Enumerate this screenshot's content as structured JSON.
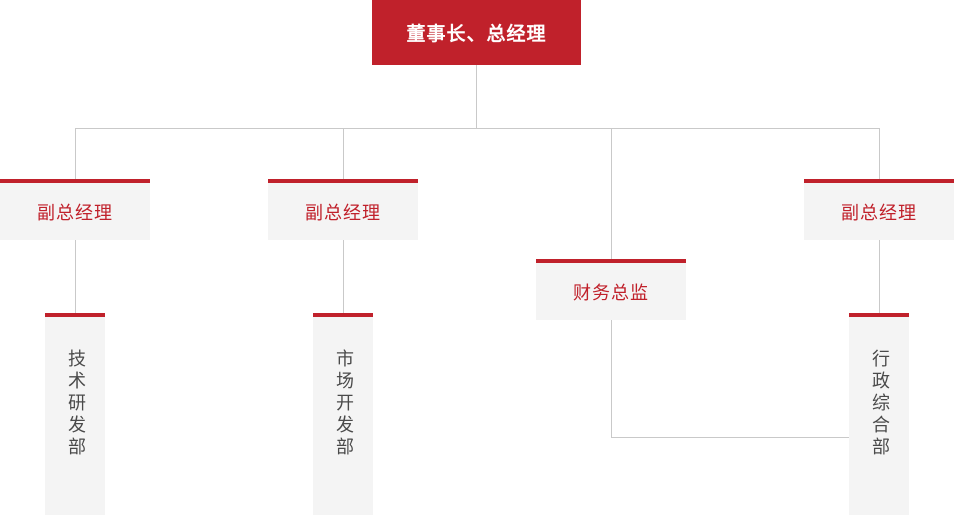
{
  "chart": {
    "type": "org-chart",
    "background_color": "#ffffff",
    "accent_color": "#c0212b",
    "box_fill_color": "#f4f4f4",
    "line_color": "#c9c9c9",
    "body_text_color": "#4a4a4a"
  },
  "root": {
    "label": "董事长、总经理"
  },
  "level2": [
    {
      "label": "副总经理"
    },
    {
      "label": "副总经理"
    },
    {
      "label": "财务总监"
    },
    {
      "label": "副总经理"
    }
  ],
  "level3": [
    {
      "label": "技术研发部"
    },
    {
      "label": "市场开发部"
    },
    {
      "label": "行政综合部"
    }
  ]
}
